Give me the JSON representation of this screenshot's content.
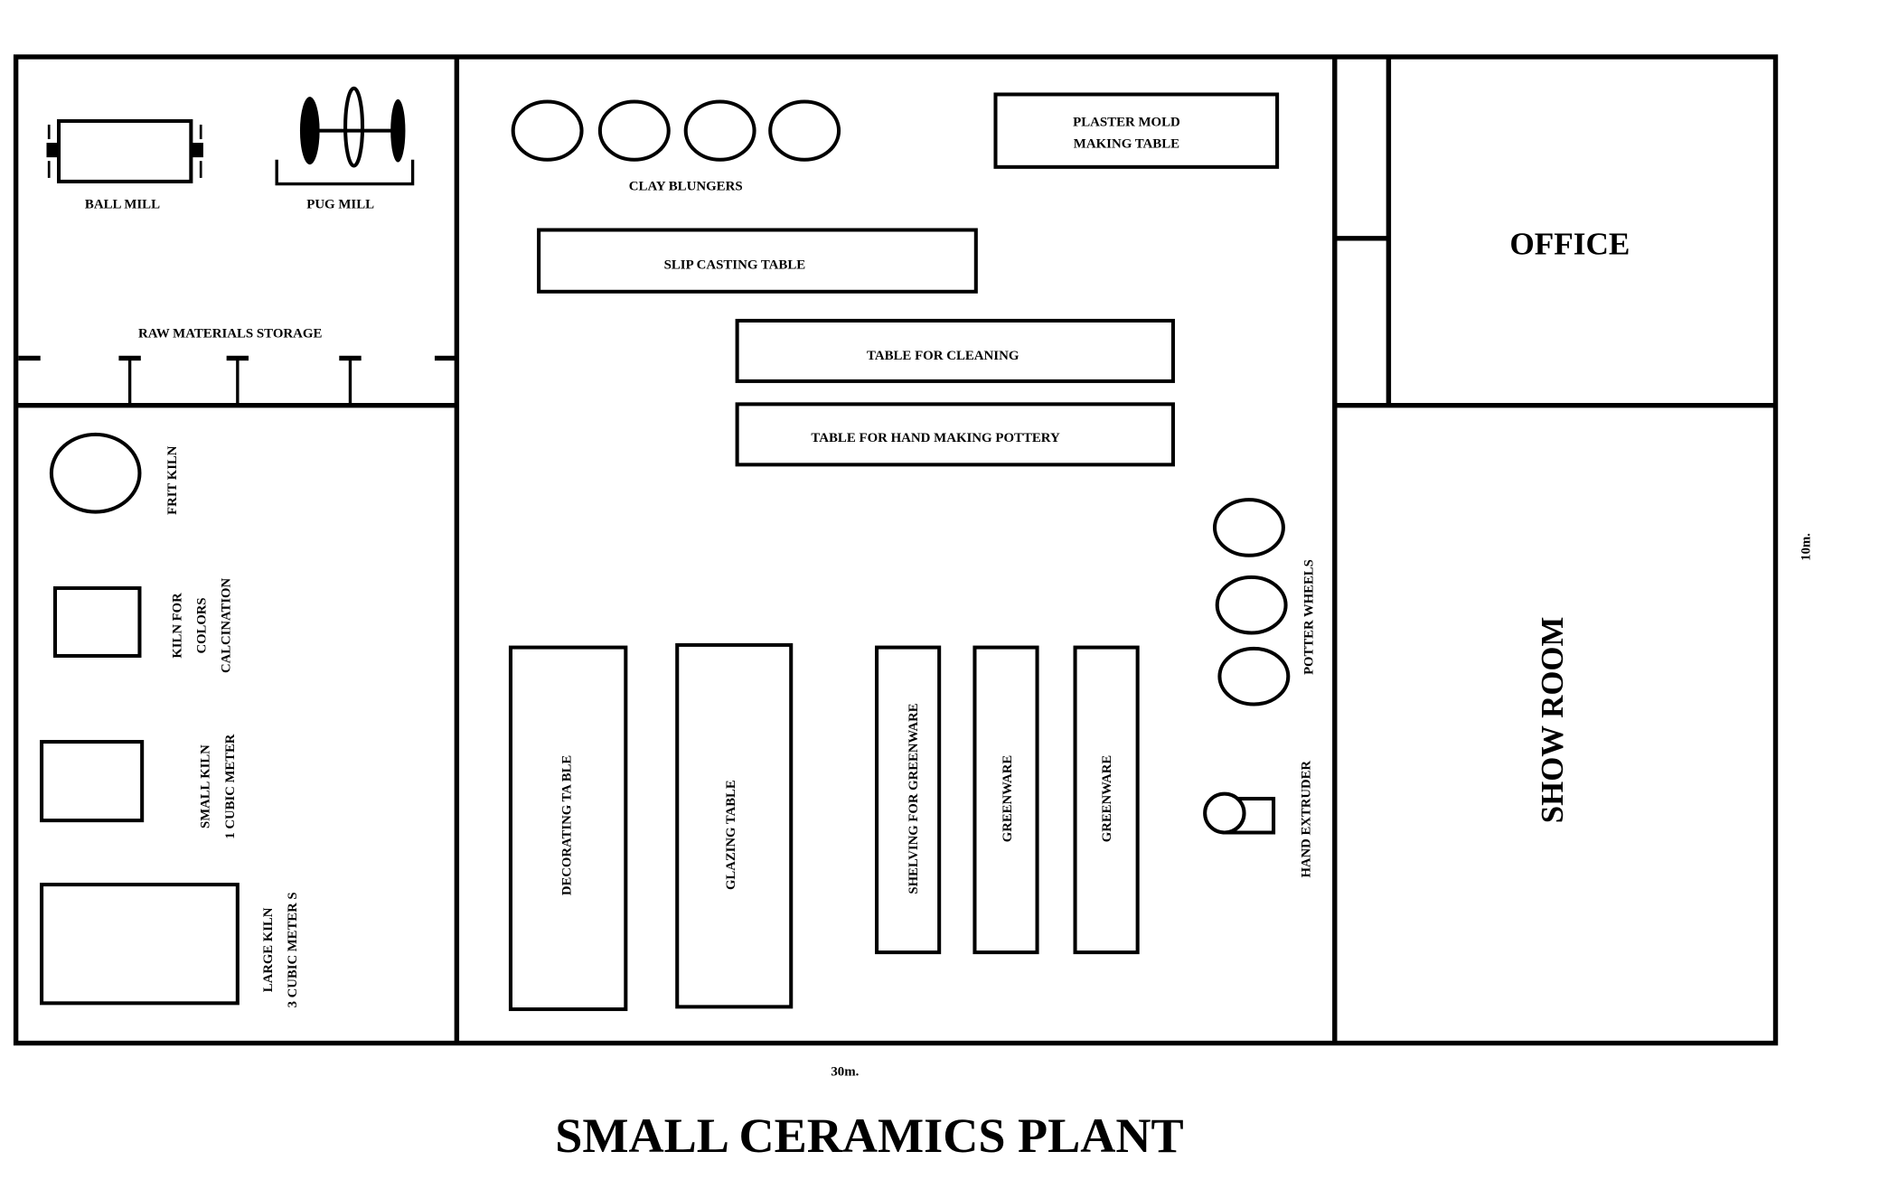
{
  "title": "SMALL CERAMICS PLANT",
  "dimensions": {
    "width": "30m.",
    "height": "10m."
  },
  "rooms": {
    "office": "OFFICE",
    "show_room": "SHOW ROOM",
    "raw_storage": "RAW MATERIALS STORAGE"
  },
  "equipment": {
    "ball_mill": "BALL MILL",
    "pug_mill": "PUG MILL",
    "frit_kiln": "FRIT KILN",
    "kiln_colors": [
      "KILN FOR",
      "COLORS",
      "CALCINATION"
    ],
    "small_kiln": [
      "SMALL KILN",
      "1 CUBIC METER"
    ],
    "large_kiln": [
      "LARGE KILN",
      "3 CUBIC METER S"
    ],
    "clay_blungers": "CLAY BLUNGERS",
    "plaster_mold": [
      "PLASTER MOLD",
      "MAKING TABLE"
    ],
    "slip_casting": "SLIP CASTING TABLE",
    "cleaning": "TABLE FOR CLEANING",
    "hand_making": "TABLE FOR HAND MAKING POTTERY",
    "decorating": "DECORATING TA BLE",
    "glazing": "GLAZING TABLE",
    "shelving": "SHELVING FOR GREENWARE",
    "greenware_1": "GREENWARE",
    "greenware_2": "GREENWARE",
    "potter_wheels": "POTTER WHEELS",
    "hand_extruder": "HAND EXTRUDER"
  }
}
